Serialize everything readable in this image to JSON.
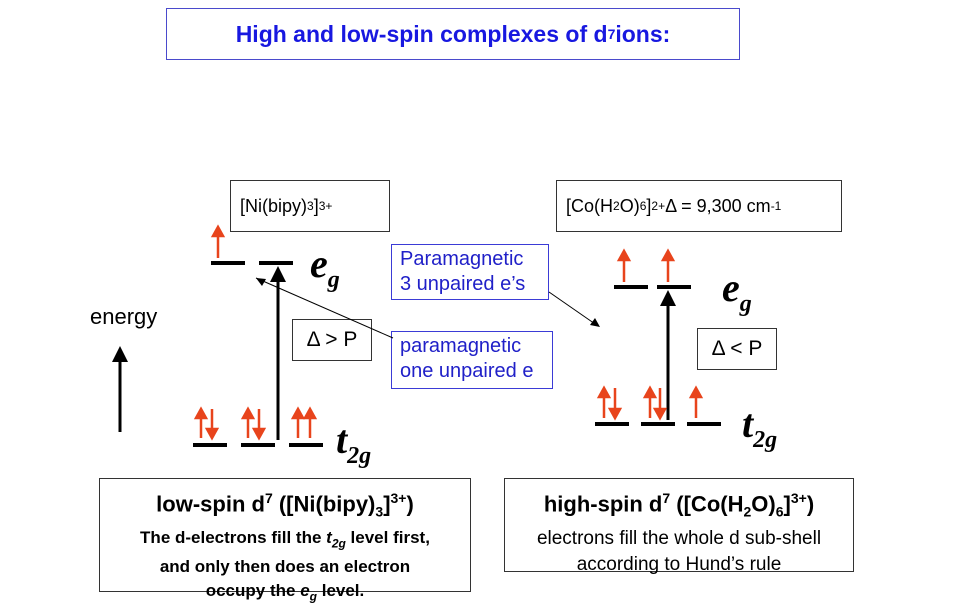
{
  "title": {
    "text": "High and low-spin complexes of d",
    "sup": "7",
    "tail": " ions:"
  },
  "left_complex": {
    "pre": "[Ni(bipy)",
    "sub": "3",
    "post": "]",
    "sup": "3+"
  },
  "right_complex": {
    "pre": "[Co(H",
    "sub1": "2",
    "mid": "O)",
    "sub2": "6",
    "post": "]",
    "sup": "2+",
    "delta_text": " Δ = 9,300 cm",
    "delta_sup": "-1"
  },
  "paramagnetic_high": {
    "line1": "Paramagnetic",
    "line2": "3 unpaired e’s"
  },
  "paramagnetic_low": {
    "line1": "paramagnetic",
    "line2": "one unpaired e"
  },
  "delta_low": "Δ > P",
  "delta_high": "Δ < P",
  "energy_label": "energy",
  "orbitals": {
    "eg_main": "e",
    "eg_sub": "g",
    "t2g_main": "t",
    "t2g_sub": "2g"
  },
  "low_spin_summary": {
    "head_pre": "low-spin d",
    "head_sup": "7",
    "head_mid": " ([Ni(bipy)",
    "head_sub": "3",
    "head_post": "]",
    "head_sup2": "3+",
    "head_end": ")",
    "line1_pre": "The d-electrons fill the ",
    "line1_i": "t",
    "line1_isub": "2g",
    "line1_post": " level first,",
    "line2": "and only then does an electron",
    "line3_pre": "occupy the ",
    "line3_i": "e",
    "line3_isub": "g",
    "line3_post": " level."
  },
  "high_spin_summary": {
    "head_pre": "high-spin d",
    "head_sup": "7",
    "head_mid": " ([Co(H",
    "head_sub1": "2",
    "head_mid2": "O)",
    "head_sub2": "6",
    "head_post": "]",
    "head_sup2": "3+",
    "head_end": ")",
    "line1": "electrons fill the whole d sub-shell",
    "line2": "according to Hund’s rule"
  },
  "colors": {
    "arrow_electron": "#e8441c",
    "title_blue": "#1818e0",
    "box_blue": "#3b3bd6"
  }
}
